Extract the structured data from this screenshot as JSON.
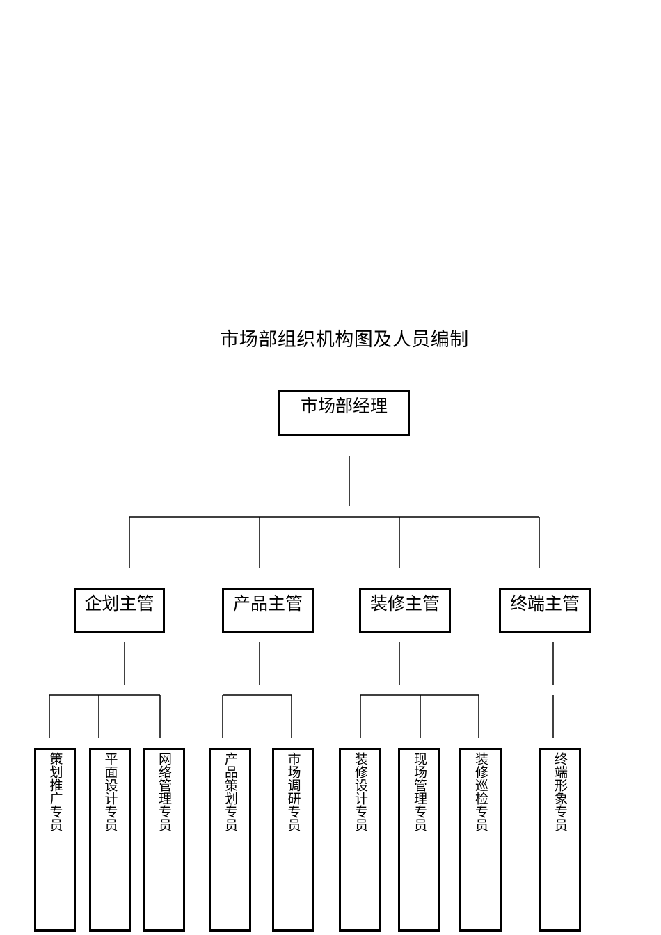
{
  "title": "市场部组织机构图及人员编制",
  "root": {
    "label": "市场部经理"
  },
  "supervisors": [
    {
      "label": "企划主管"
    },
    {
      "label": "产品主管"
    },
    {
      "label": "装修主管"
    },
    {
      "label": "终端主管"
    }
  ],
  "staff": [
    {
      "label": "策划推广专员",
      "group": 0
    },
    {
      "label": "平面设计专员",
      "group": 0
    },
    {
      "label": "网络管理专员",
      "group": 0
    },
    {
      "label": "产品策划专员",
      "group": 1
    },
    {
      "label": "市场调研专员",
      "group": 1
    },
    {
      "label": "装修设计专员",
      "group": 2
    },
    {
      "label": "现场管理专员",
      "group": 2
    },
    {
      "label": "装修巡检专员",
      "group": 2
    },
    {
      "label": "终端形象专员",
      "group": 3
    }
  ]
}
